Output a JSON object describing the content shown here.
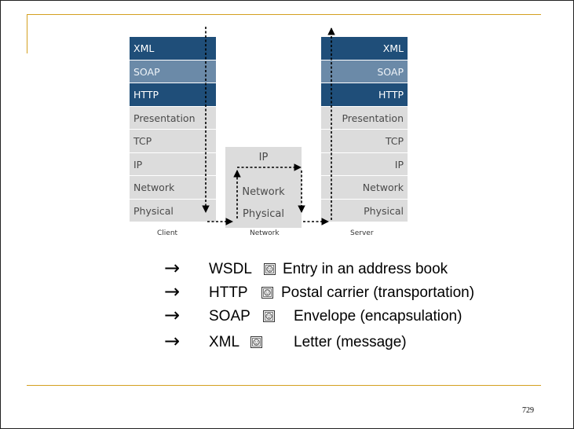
{
  "diagram": {
    "client": {
      "caption": "Client",
      "layers": [
        "XML",
        "SOAP",
        "HTTP",
        "Presentation",
        "TCP",
        "IP",
        "Network",
        "Physical"
      ]
    },
    "network": {
      "caption": "Network",
      "layers": [
        "IP",
        "Network",
        "Physical"
      ]
    },
    "server": {
      "caption": "Server",
      "layers": [
        "XML",
        "SOAP",
        "HTTP",
        "Presentation",
        "TCP",
        "IP",
        "Network",
        "Physical"
      ]
    }
  },
  "analogies": [
    {
      "term": "WSDL",
      "description": "Entry in an address book",
      "icon": "face-icon"
    },
    {
      "term": "HTTP",
      "description": "Postal carrier (transportation)",
      "icon": "face-icon"
    },
    {
      "term": "SOAP",
      "description": "Envelope (encapsulation)",
      "icon": "face-icon"
    },
    {
      "term": "XML",
      "description": "Letter (message)",
      "icon": "face-icon"
    }
  ],
  "slide": {
    "page_number": "729"
  },
  "colors": {
    "accent_rule": "#d4a020",
    "layer_dark": "#1f4e79",
    "layer_mid": "#6b8aa8",
    "layer_light": "#dcdcdc"
  }
}
